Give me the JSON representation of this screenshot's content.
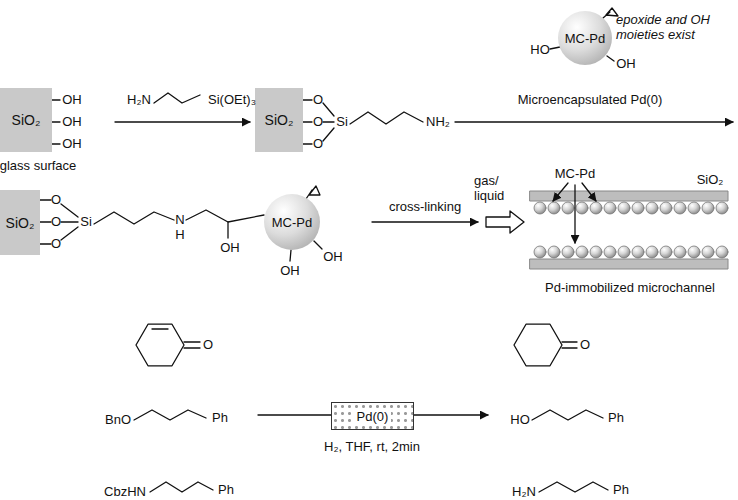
{
  "diagram": {
    "nodes": [
      {
        "text": [
          "SiO₂"
        ]
      },
      {
        "text": [
          "SiO₂"
        ]
      },
      {
        "text": [
          "MC-Pd"
        ]
      },
      {
        "text": [
          "SiO₂"
        ]
      },
      {
        "text": [
          "MC-Pd"
        ]
      },
      {
        "text": [
          "Pd(0)"
        ]
      }
    ],
    "labels": [
      "OH",
      "OH",
      "OH",
      "glass surface",
      "H₂N",
      "Si(OEt)₃",
      "O",
      "O",
      "O",
      "Si",
      "NH₂",
      "epoxide and OH moieties exist",
      "HO",
      "OH",
      "Microencapsulated Pd(0)",
      "O",
      "O",
      "O",
      "Si",
      "N",
      "H",
      "OH",
      "OH",
      "OH",
      "cross-linking",
      "gas/ liquid",
      "MC-Pd",
      "SiO₂",
      "Pd-immobilized microchannel",
      "O",
      "BnO",
      "Ph",
      "CbzHN",
      "Ph",
      "H₂, THF, rt, 2min",
      "O",
      "HO",
      "Ph",
      "H₂N",
      "Ph"
    ]
  }
}
